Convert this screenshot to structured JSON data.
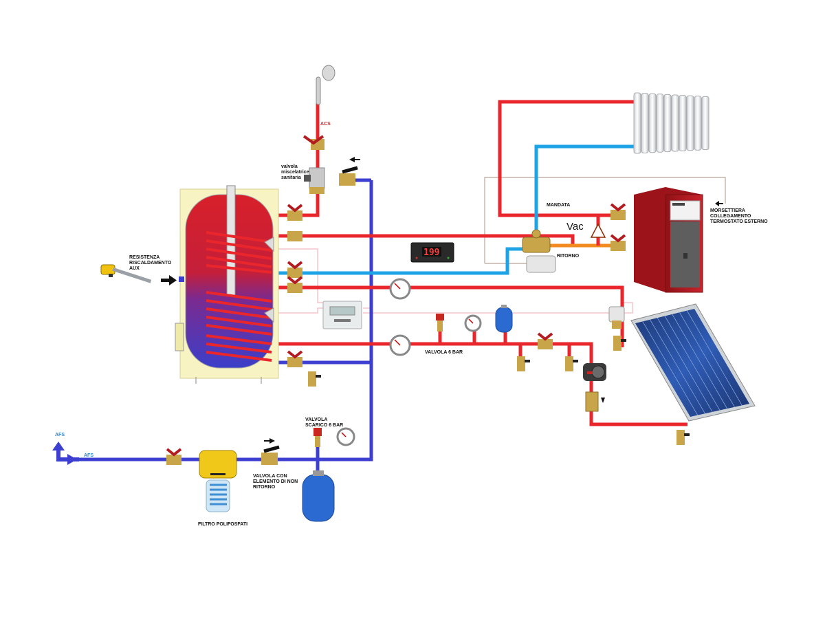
{
  "labels": {
    "acs": "ACS",
    "mixing_valve": [
      "valvola",
      "miscelatrice",
      "sanitaria"
    ],
    "resistance": [
      "RESISTENZA",
      "RISCALDAMENTO",
      "AUX"
    ],
    "mandata": "MANDATA",
    "ritorno": "RITORNO",
    "vac": "Vac",
    "terminal_block": [
      "MORSETTIERA",
      "COLLEGAMENTO",
      "TERMOSTATO ESTERNO"
    ],
    "valve_6bar": "VALVOLA 6 BAR",
    "discharge_valve": [
      "VALVOLA",
      "SCARICO 6 BAR"
    ],
    "check_valve": [
      "VALVOLA CON",
      "ELEMENTO DI NON",
      "RITORNO"
    ],
    "filter": "FILTRO POLIFOSFATI",
    "afs_up": "AFS",
    "afs_inlet": "AFS"
  },
  "controller_display": "199",
  "colors": {
    "hot_pipe": "#e8262c",
    "cold_pipe": "#3c3fcf",
    "heating_return": "#1ea4e6",
    "orange_pipe": "#f28a1e",
    "tank_shell": "#f8f3c2",
    "boiler_red": "#b3171d",
    "brass": "#c9a54a"
  }
}
